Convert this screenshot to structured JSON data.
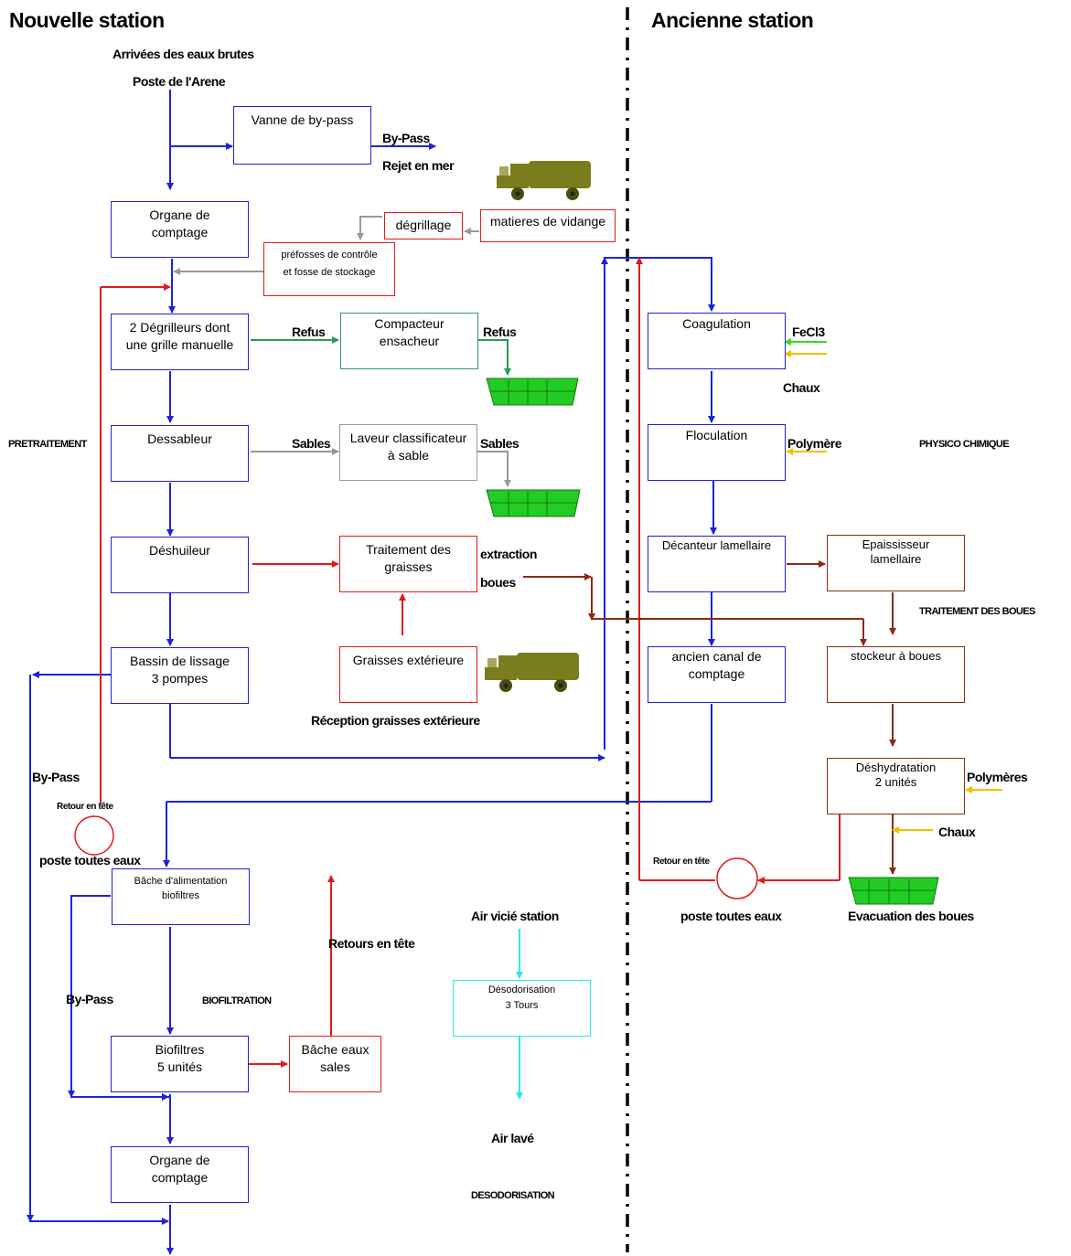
{
  "headers": {
    "left": "Nouvelle station",
    "right": "Ancienne station"
  },
  "labels": {
    "arrivees": "Arrivées des eaux brutes",
    "poste_arene": "Poste de l'Arene",
    "bypass_top": "By-Pass",
    "rejet_mer": "Rejet en mer",
    "refus_1": "Refus",
    "refus_2": "Refus",
    "sables_1": "Sables",
    "sables_2": "Sables",
    "extraction": "extraction",
    "boues": "boues",
    "reception_graisses": "Réception graisses extérieure",
    "bypass_left": "By-Pass",
    "retour_tete_left": "Retour en tête",
    "poste_toutes_eaux_left": "poste toutes eaux",
    "bypass_bottom": "By-Pass",
    "retours_en_tete": "Retours en tête",
    "air_vicie": "Air vicié station",
    "air_lave": "Air lavé",
    "fecl3": "FeCl3",
    "chaux_1": "Chaux",
    "polymere": "Polymère",
    "polymeres": "Polymères",
    "chaux_2": "Chaux",
    "retour_tete_right": "Retour en tête",
    "poste_toutes_eaux_right": "poste toutes eaux",
    "evacuation_boues": "Evacuation des boues"
  },
  "sections": {
    "pretraitement": "PRETRAITEMENT",
    "physico": "PHYSICO CHIMIQUE",
    "traitement_boues": "TRAITEMENT DES BOUES",
    "biofiltration": "BIOFILTRATION",
    "desodorisation": "DESODORISATION"
  },
  "boxes": {
    "vanne": [
      "Vanne de by-pass"
    ],
    "organe1": [
      "Organe de",
      "comptage"
    ],
    "degrillage": [
      "dégrillage"
    ],
    "vidange": [
      "matieres de vidange"
    ],
    "prefosses": [
      "préfosses de contrôle",
      "et fosse de stockage"
    ],
    "degrilleurs": [
      "2 Dégrilleurs dont",
      "une grille manuelle"
    ],
    "compacteur": [
      "Compacteur",
      "ensacheur"
    ],
    "dessableur": [
      "Dessableur"
    ],
    "laveur": [
      "Laveur classificateur",
      "à sable"
    ],
    "deshuileur": [
      "Déshuileur"
    ],
    "graisses": [
      "Traitement des",
      "graisses"
    ],
    "bassin": [
      "Bassin de lissage",
      "3 pompes"
    ],
    "graisses_ext": [
      "Graisses extérieure"
    ],
    "bache_alim": [
      "Bâche d'alimentation",
      "biofiltres"
    ],
    "biofiltres": [
      "Biofiltres",
      "5 unités"
    ],
    "bache_sales": [
      "Bâche eaux",
      "sales"
    ],
    "organe2": [
      "Organe de",
      "comptage"
    ],
    "desodorisation": [
      "Désodorisation",
      "3 Tours"
    ],
    "coagulation": [
      "Coagulation"
    ],
    "floculation": [
      "Floculation"
    ],
    "decanteur": [
      "Décanteur lamellaire"
    ],
    "epaississeur": [
      "Epaississeur",
      "lamellaire"
    ],
    "ancien_canal": [
      "ancien canal de",
      "comptage"
    ],
    "stockeur": [
      "stockeur à boues"
    ],
    "deshydratation": [
      "Déshydratation",
      "2 unités"
    ]
  },
  "colors": {
    "water": "#1e22d8",
    "return": "#e01a1a",
    "refus": "#2a9a5a",
    "sand": "#999999",
    "sludge": "#8b2b12",
    "air": "#2ee6f0",
    "chem_green": "#33dd22",
    "chem_yellow": "#f0c000",
    "truck": "#7a7d1e",
    "skip": "#22cc22"
  }
}
